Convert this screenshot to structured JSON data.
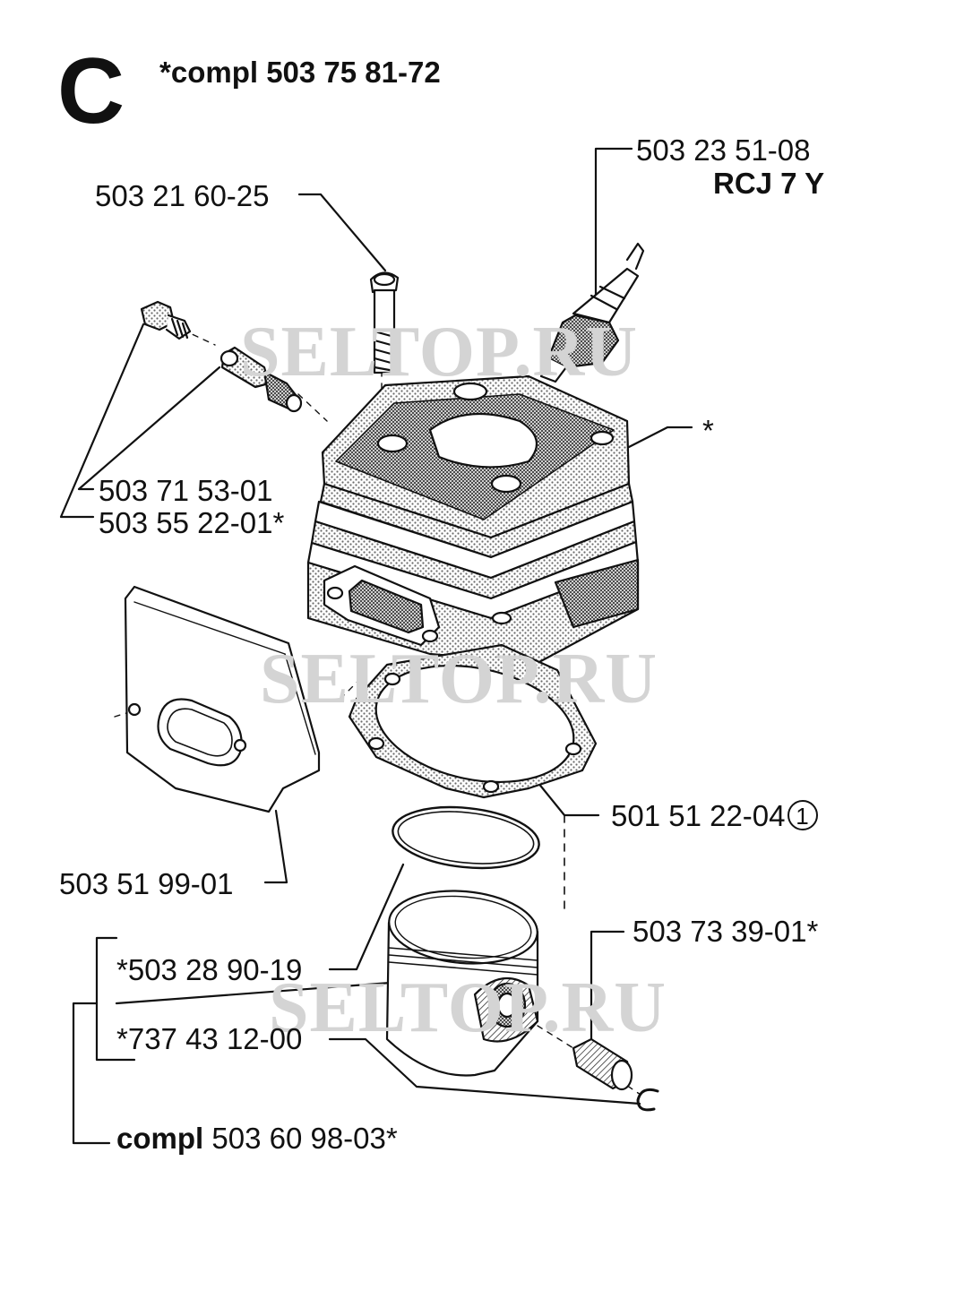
{
  "header": {
    "section_letter": "C",
    "title": "*compl 503 75 81-72"
  },
  "labels": {
    "screw": "503 21 60-25",
    "spark_plug_part": "503 23 51-08",
    "spark_plug_type": "RCJ 7 Y",
    "cylinder": "*",
    "valve": "503 71 53-01",
    "plug_screw": "503 55 22-01*",
    "gasket_part": "501 51 22-04",
    "gasket_ref": "1",
    "heat_shield": "503 51 99-01",
    "needle_bearing": "503 73 39-01*",
    "piston_ring": "*503 28 90-19",
    "piston": "*737 43 12-00",
    "piston_kit_prefix": "compl",
    "piston_kit_part": "503 60 98-03*"
  },
  "watermark": {
    "text": "SELTOP.RU",
    "color": "#d4d4d4"
  },
  "colors": {
    "line": "#111111",
    "stipple": "#9a9a9a",
    "background": "#ffffff"
  }
}
